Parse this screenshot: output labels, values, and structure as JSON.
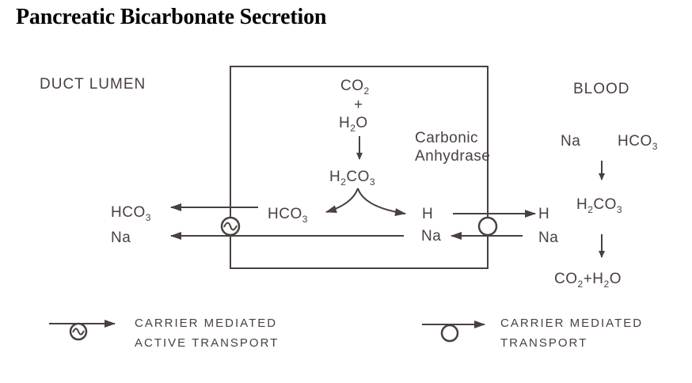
{
  "title": "Pancreatic Bicarbonate Secretion",
  "regions": {
    "left": "DUCT LUMEN",
    "right": "BLOOD"
  },
  "cell": {
    "co2": {
      "base": "CO",
      "sub": "2"
    },
    "plus": "+",
    "h2o": {
      "base1": "H",
      "sub": "2",
      "base2": "O"
    },
    "h2co3": {
      "base1": "H",
      "sub1": "2",
      "base2": "CO",
      "sub2": "3"
    },
    "hco3": {
      "base": "HCO",
      "sub": "3"
    },
    "h": "H",
    "na": "Na",
    "enzyme": [
      "Carbonic",
      "Anhydrase"
    ]
  },
  "lumen": {
    "hco3": {
      "base": "HCO",
      "sub": "3"
    },
    "na": "Na"
  },
  "blood": {
    "na_top": "Na",
    "hco3": {
      "base": "HCO",
      "sub": "3"
    },
    "h2co3": {
      "base1": "H",
      "sub1": "2",
      "base2": "CO",
      "sub2": "3"
    },
    "products": {
      "p1": "CO",
      "sub1": "2",
      "plus": "+",
      "p2": "H",
      "sub2": "2",
      "p3": "O"
    },
    "h": "H",
    "na": "Na"
  },
  "legend": {
    "active": [
      "CARRIER MEDIATED",
      "ACTIVE TRANSPORT"
    ],
    "passive": [
      "CARRIER MEDIATED",
      "TRANSPORT"
    ]
  },
  "colors": {
    "ink": "#4a4040",
    "title": "#000000"
  }
}
